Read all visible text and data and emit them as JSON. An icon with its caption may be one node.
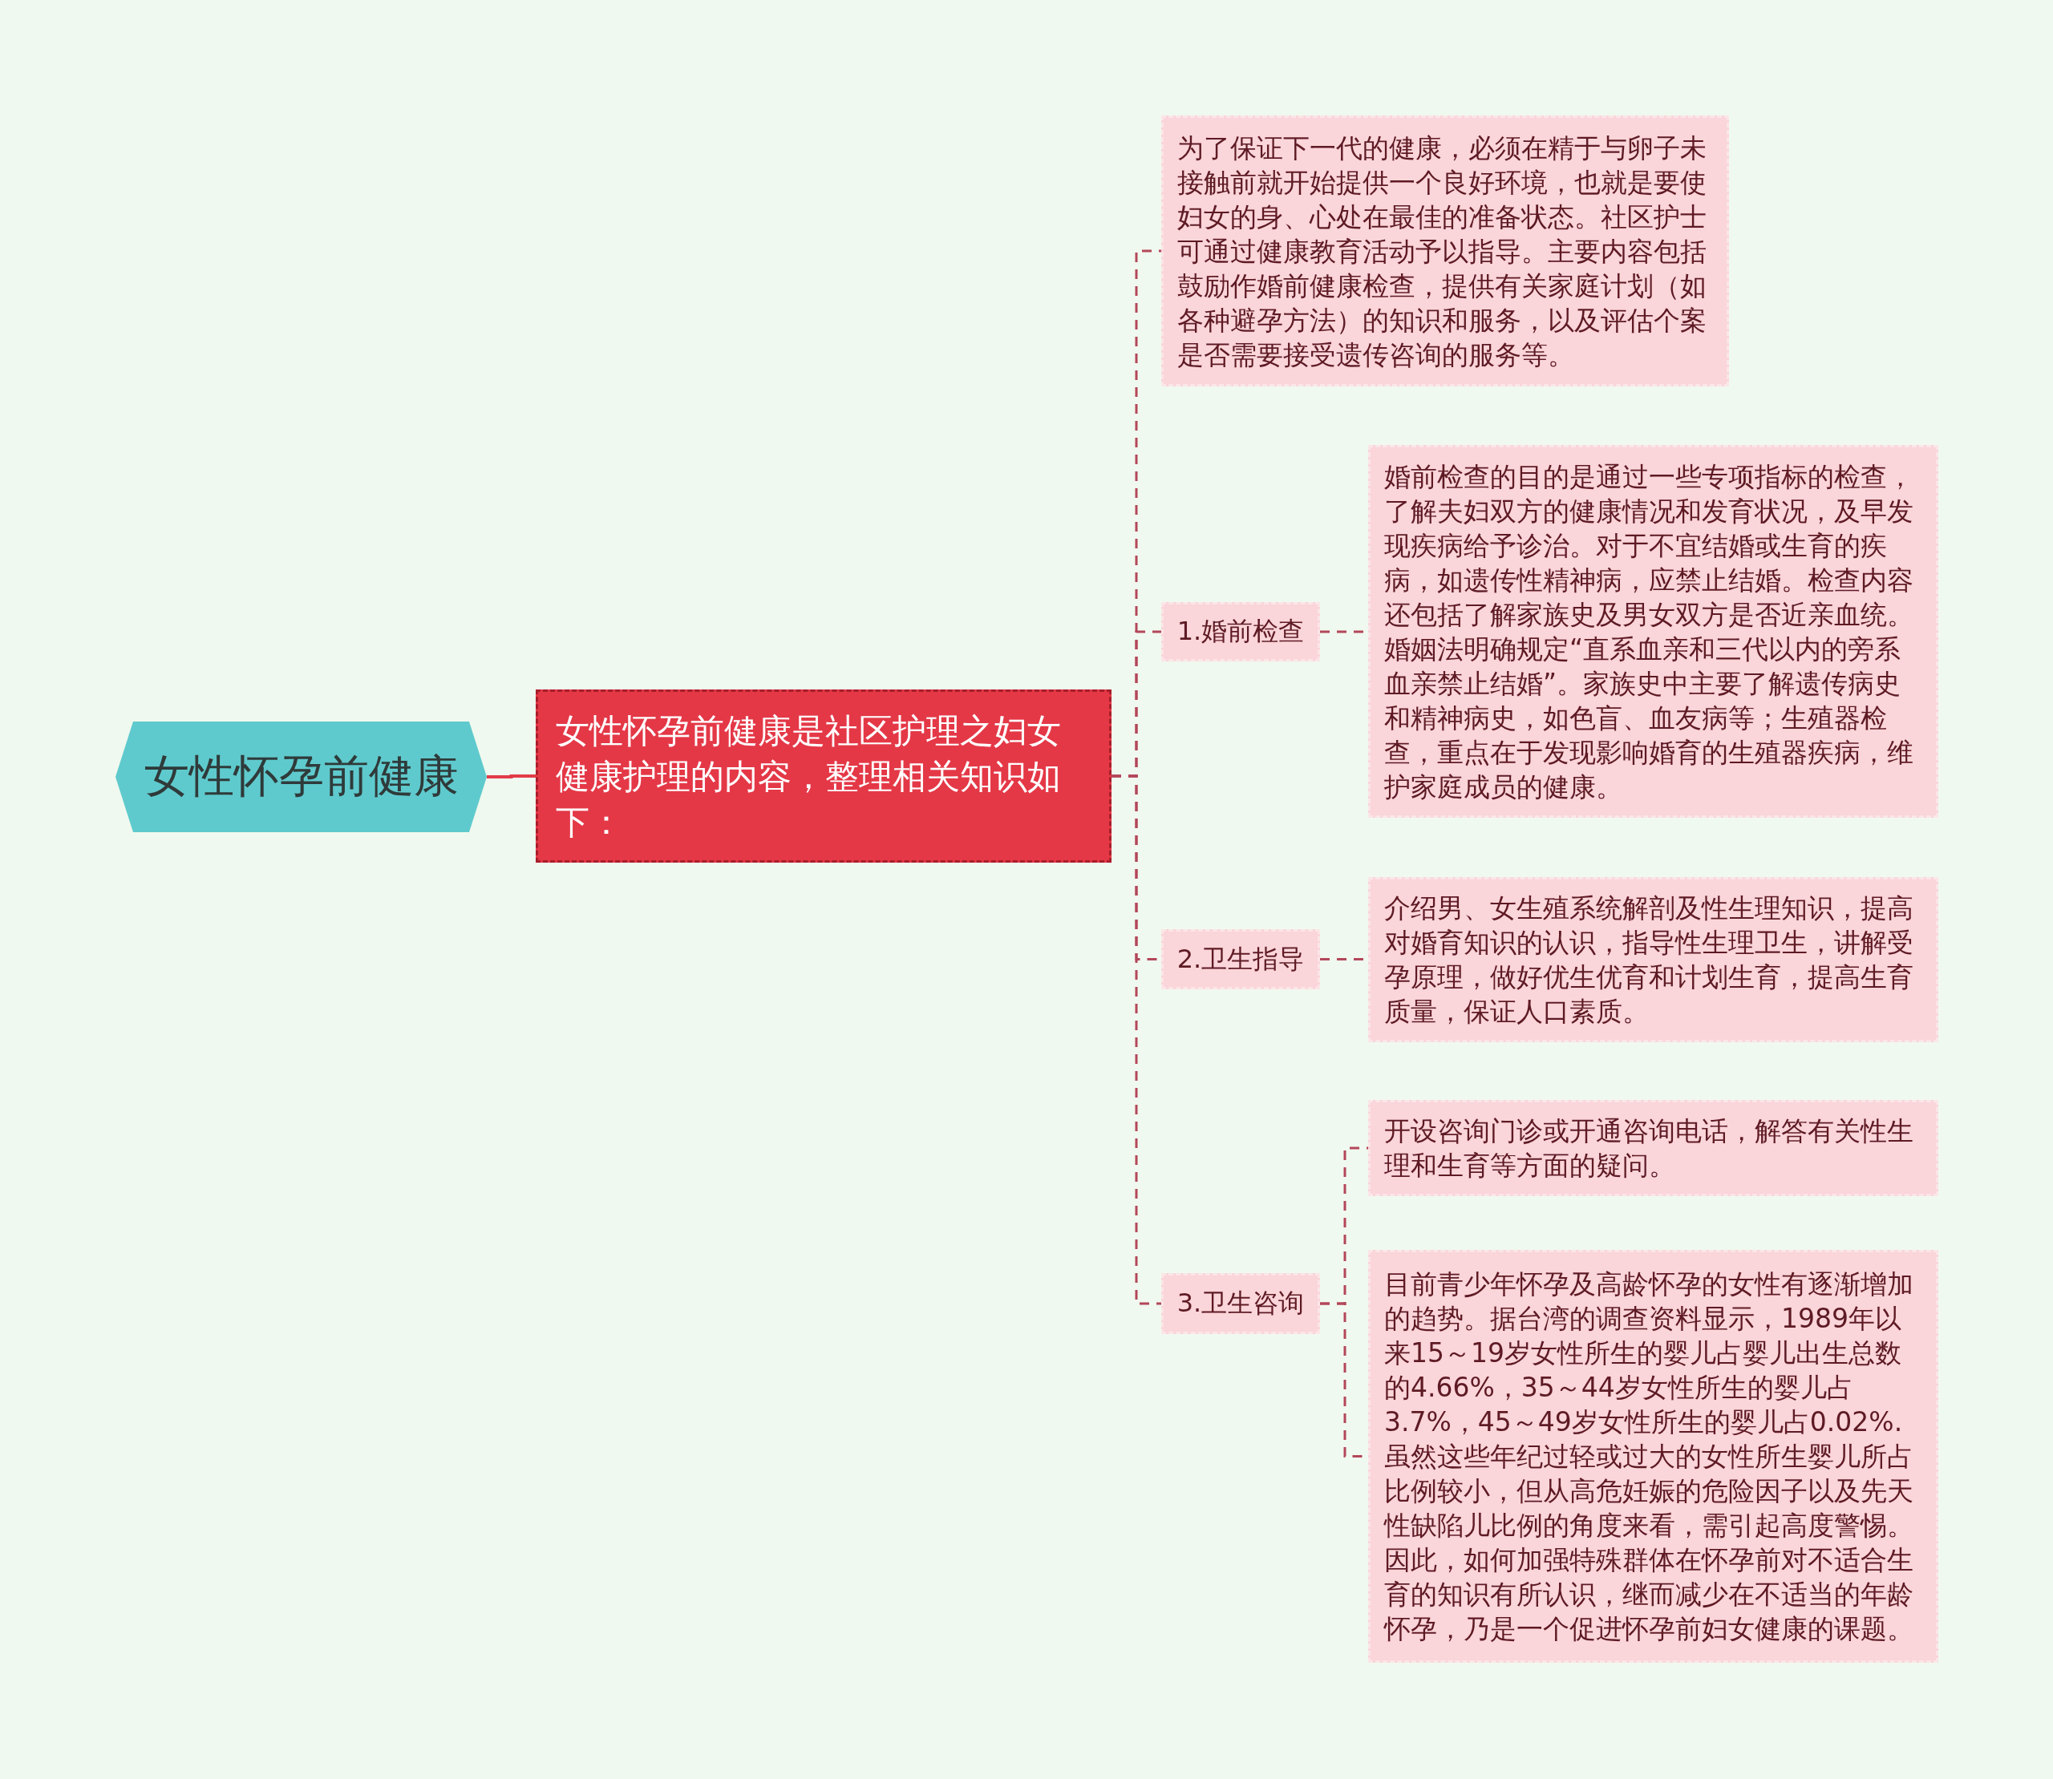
{
  "diagram": {
    "nodes": [
      {
        "text": [
          "女性怀孕前健康"
        ]
      },
      {
        "text": [
          "女性怀孕前健康是社区护理之妇女健康护理的内容，整理相关知识如下："
        ]
      },
      {
        "text": [
          "为了保证下一代的健康，必须在精于与卵子未接触前就开始提供一个良好环境，也就是要使妇女的身、心处在最佳的准备状态。社区护士可通过健康教育活动予以指导。主要内容包括鼓励作婚前健康检查，提供有关家庭计划（如各种避孕方法）的知识和服务，以及评估个案是否需要接受遗传咨询的服务等。"
        ]
      },
      {
        "text": [
          "1.婚前检查"
        ]
      },
      {
        "text": [
          "婚前检查的目的是通过一些专项指标的检查，了解夫妇双方的健康情况和发育状况，及早发现疾病给予诊治。对于不宜结婚或生育的疾病，如遗传性精神病，应禁止结婚。检查内容还包括了解家族史及男女双方是否近亲血统。婚姻法明确规定“直系血亲和三代以内的旁系血亲禁止结婚”。家族史中主要了解遗传病史和精神病史，如色盲、血友病等；生殖器检查，重点在于发现影响婚育的生殖器疾病，维护家庭成员的健康。"
        ]
      },
      {
        "text": [
          "2.卫生指导"
        ]
      },
      {
        "text": [
          "介绍男、女生殖系统解剖及性生理知识，提高对婚育知识的认识，指导性生理卫生，讲解受孕原理，做好优生优育和计划生育，提高生育质量，保证人口素质。"
        ]
      },
      {
        "text": [
          "3.卫生咨询"
        ]
      },
      {
        "text": [
          "开设咨询门诊或开通咨询电话，解答有关性生理和生育等方面的疑问。"
        ]
      },
      {
        "text": [
          "目前青少年怀孕及高龄怀孕的女性有逐渐增加的趋势。据台湾的调查资料显示，1989年以来15～19岁女性所生的婴儿占婴儿出生总数的4.66%，35～44岁女性所生的婴儿占3.7%，45～49岁女性所生的婴儿占0.02%.虽然这些年纪过轻或过大的女性所生婴儿所占比例较小，但从高危妊娠的危险因子以及先天性缺陷儿比例的角度来看，需引起高度警惕。因此，如何加强特殊群体在怀孕前对不适合生育的知识有所认识，继而减少在不适当的年龄怀孕，乃是一个促进怀孕前妇女健康的课题。"
        ]
      }
    ],
    "edges": [
      {
        "from": 0,
        "to": 1,
        "arrow": "none",
        "color": "#e23b48"
      },
      {
        "from": 1,
        "to": 2,
        "arrow": "none",
        "style": "dashed"
      },
      {
        "from": 1,
        "to": 3,
        "arrow": "none",
        "style": "dashed"
      },
      {
        "from": 1,
        "to": 5,
        "arrow": "none",
        "style": "dashed"
      },
      {
        "from": 1,
        "to": 7,
        "arrow": "none",
        "style": "dashed"
      },
      {
        "from": 3,
        "to": 4,
        "arrow": "none",
        "style": "dashed"
      },
      {
        "from": 5,
        "to": 6,
        "arrow": "none",
        "style": "dashed"
      },
      {
        "from": 7,
        "to": 8,
        "arrow": "none",
        "style": "dashed"
      },
      {
        "from": 7,
        "to": 9,
        "arrow": "none",
        "style": "dashed"
      }
    ]
  }
}
